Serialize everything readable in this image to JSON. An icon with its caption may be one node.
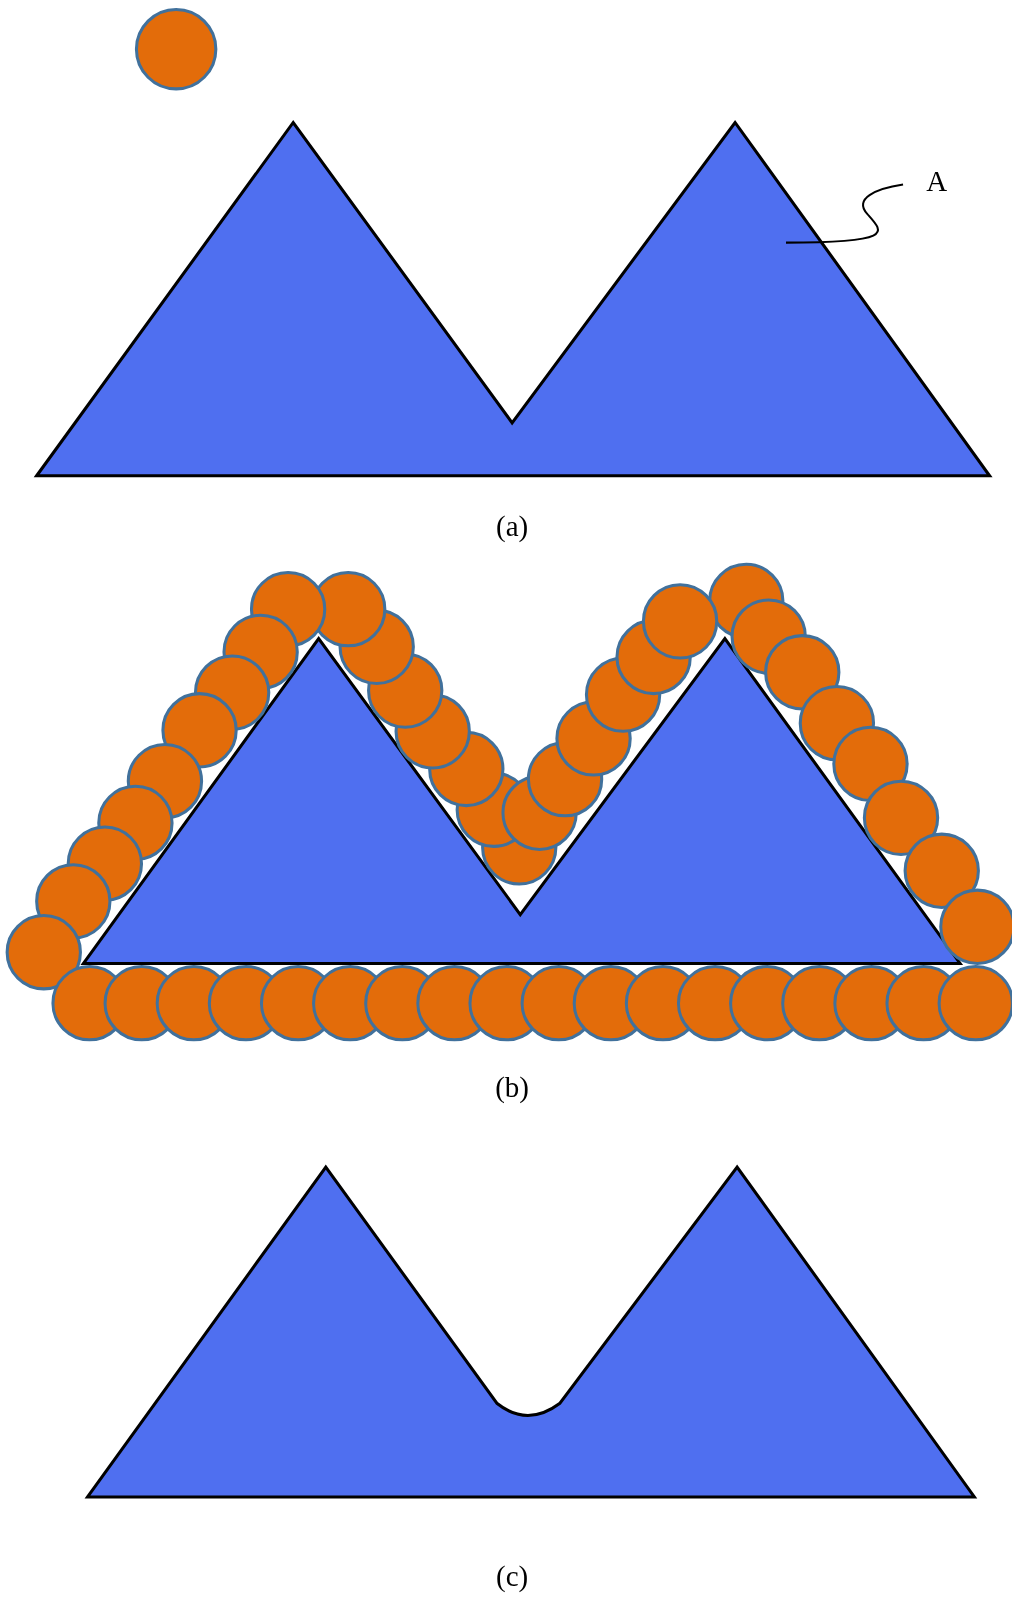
{
  "diagram": {
    "nodes": [
      {
        "text": [
          "A"
        ]
      },
      {
        "text": [],
        "shape": "picture"
      }
    ],
    "edges": [
      {
        "from": 0,
        "to": 1,
        "arrow": "none"
      }
    ],
    "labels": [
      "(a)",
      "(b)",
      "(c)"
    ]
  }
}
